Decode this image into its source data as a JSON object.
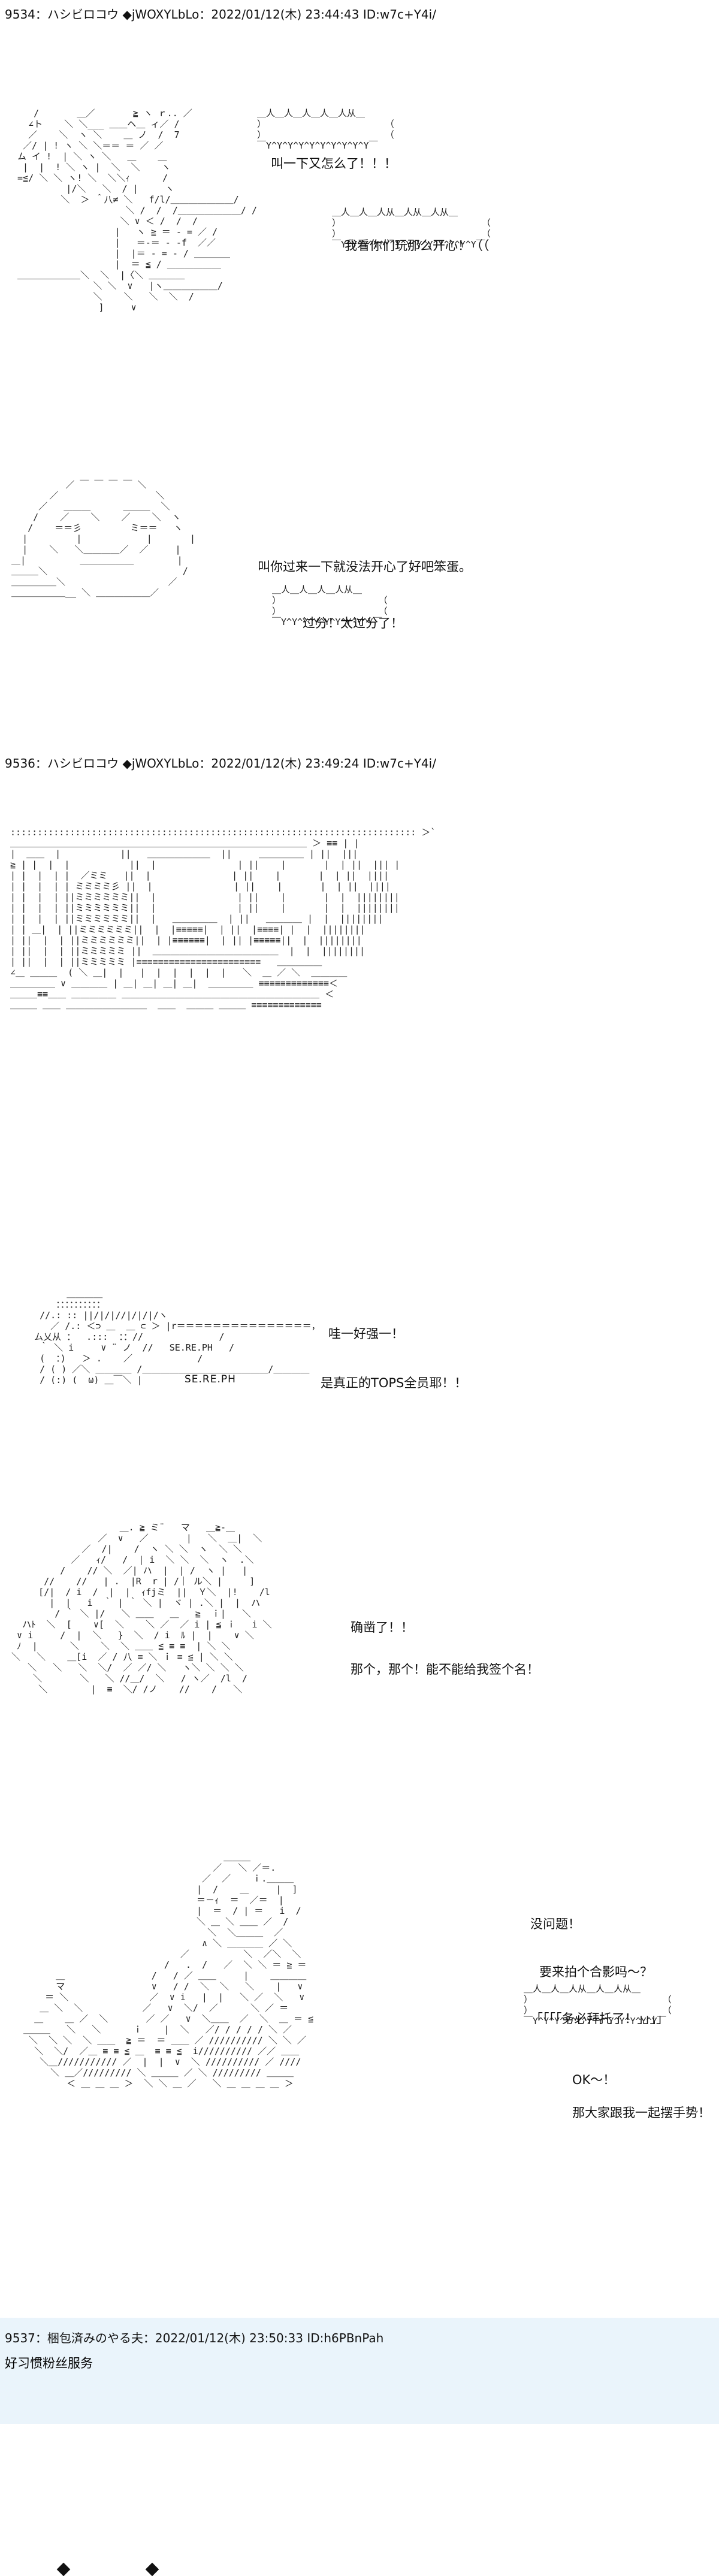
{
  "posts": [
    {
      "header": "9534：ハシビロコウ ◆jWOXYLbLo：2022/01/12(木) 23:44:43 ID:w7c+Y4i/",
      "lines": [
        "叫一下又怎么了！！！",
        "我看你们玩那么开心！（（",
        "叫你过来一下就没法开心了好吧笨蛋。",
        "过分！太过分了！"
      ]
    },
    {
      "header": "9536：ハシビロコウ ◆jWOXYLbLo：2022/01/12(木) 23:49:24 ID:w7c+Y4i/",
      "lines": [
        "哇一好强一！",
        "是真正的TOPS全员耶！！",
        "SE.RE.PH",
        "确凿了！！",
        "那个，那个！能不能给我签个名！",
        "没问题！",
        "要来拍个合影吗～？",
        "「「「「务必拜托了！」」」」",
        "OK～！",
        "那大家跟我一起摆手势！"
      ]
    }
  ],
  "footer": {
    "header": "9537：梱包済みのやる夫：2022/01/12(木) 23:50:33 ID:h6PBnPah",
    "body": "好习惯粉丝服务"
  }
}
